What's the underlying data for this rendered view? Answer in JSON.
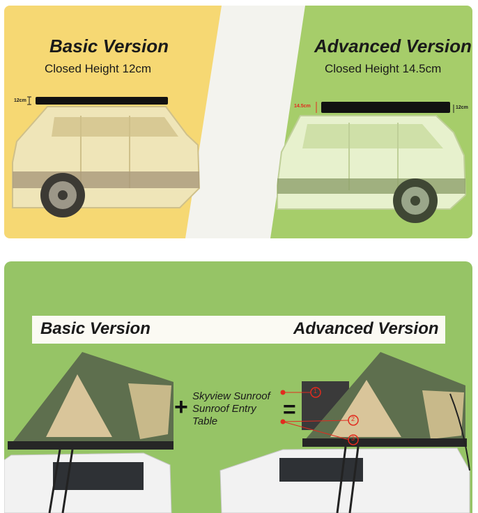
{
  "top": {
    "basic": {
      "title": "Basic Version",
      "subtitle": "Closed Height 12cm",
      "height_label": "12cm"
    },
    "advanced": {
      "title": "Advanced Version",
      "subtitle": "Closed Height 14.5cm",
      "height_label_total": "14.5cm",
      "height_label_base": "12cm"
    },
    "colors": {
      "basic_bg": "#f6d873",
      "advanced_bg": "#a6cd6a",
      "divider": "#f3f3ee"
    }
  },
  "bottom": {
    "banner": {
      "basic_title": "Basic Version",
      "advanced_title": "Advanced Version"
    },
    "plus_symbol": "+",
    "equals_symbol": "=",
    "features": [
      "Skyview Sunroof",
      "Sunroof Entry",
      "Table"
    ],
    "callout_numbers": [
      "1",
      "2",
      "3"
    ],
    "colors": {
      "bg": "#96c466",
      "tent": "#5e6f4e",
      "callout": "#e22b1f"
    }
  }
}
